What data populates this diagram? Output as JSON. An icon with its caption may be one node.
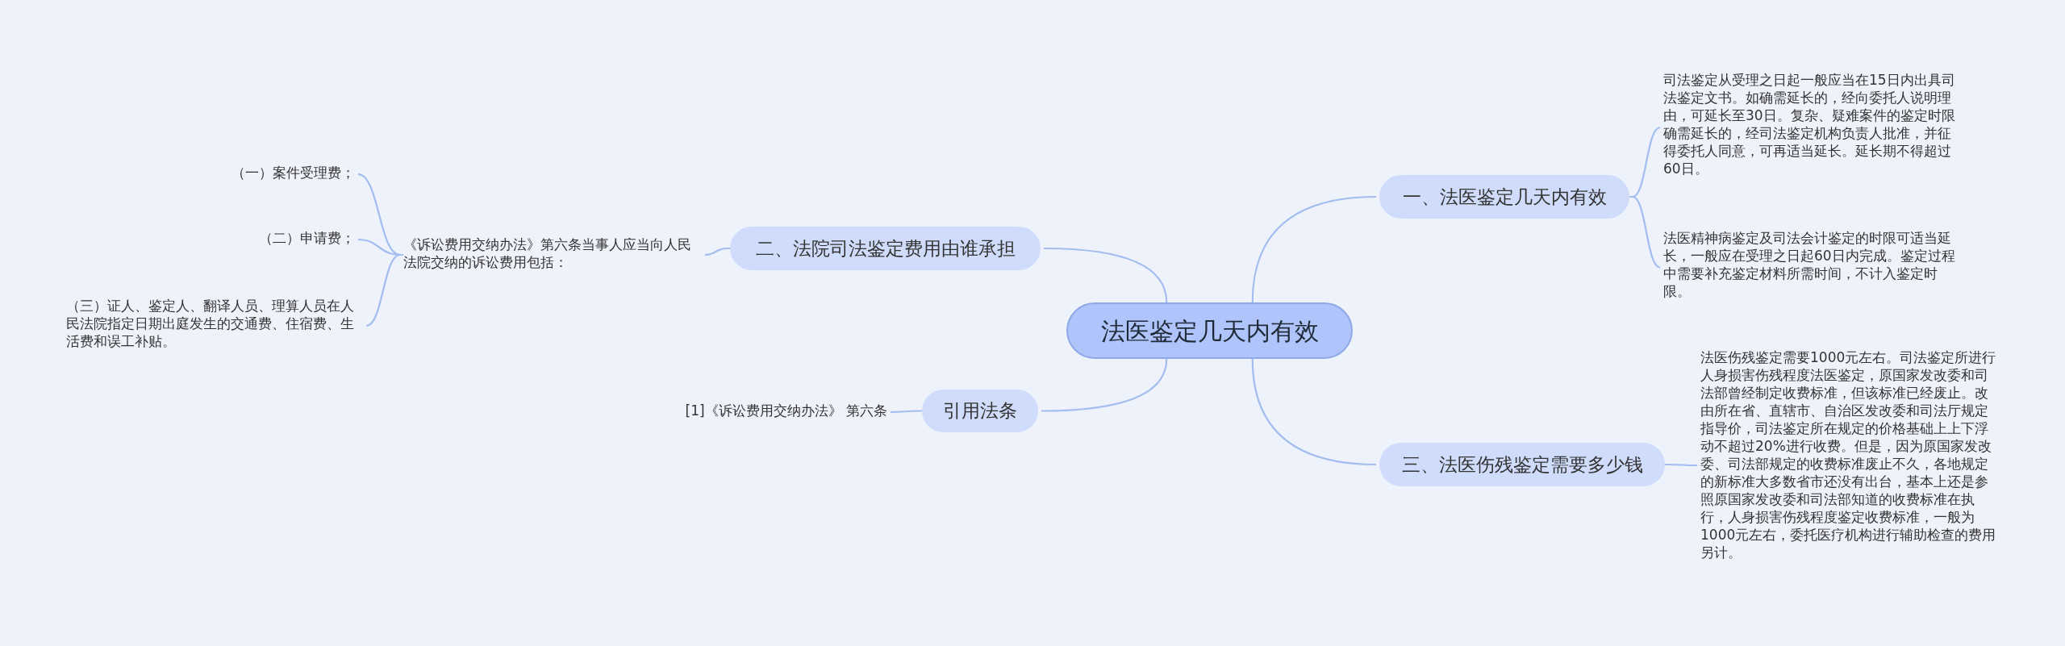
{
  "diagram": {
    "nodes": [
      {
        "text": [
          "法医鉴定几天内有效"
        ]
      },
      {
        "text": [
          "一、法医鉴定几天内有效"
        ]
      },
      {
        "text": [
          "司法鉴定从受理之日起一般应当在15日内出具司法鉴定文书。如确需延长的，经向委托人说明理由，可延长至30日。复杂、疑难案件的鉴定时限确需延长的，经司法鉴定机构负责人批准，并征得委托人同意，可再适当延长。延长期不得超过60日。"
        ]
      },
      {
        "text": [
          "法医精神病鉴定及司法会计鉴定的时限可适当延长，一般应在受理之日起60日内完成。鉴定过程中需要补充鉴定材料所需时间，不计入鉴定时限。"
        ]
      },
      {
        "text": [
          "二、法院司法鉴定费用由谁承担"
        ]
      },
      {
        "text": [
          "《诉讼费用交纳办法》第六条当事人应当向人民法院交纳的诉讼费用包括："
        ]
      },
      {
        "text": [
          "（一）案件受理费；"
        ]
      },
      {
        "text": [
          "（二）申请费；"
        ]
      },
      {
        "text": [
          "（三）证人、鉴定人、翻译人员、理算人员在人民法院指定日期出庭发生的交通费、住宿费、生活费和误工补贴。"
        ]
      },
      {
        "text": [
          "引用法条"
        ]
      },
      {
        "text": [
          "[1]《诉讼费用交纳办法》 第六条"
        ]
      },
      {
        "text": [
          "三、法医伤残鉴定需要多少钱"
        ]
      },
      {
        "text": [
          "法医伤残鉴定需要1000元左右。司法鉴定所进行人身损害伤残程度法医鉴定，原国家发改委和司法部曾经制定收费标准，但该标准已经废止。改由所在省、直辖市、自治区发改委和司法厅规定指导价，司法鉴定所在规定的价格基础上上下浮动不超过20%进行收费。但是，因为原国家发改委、司法部规定的收费标准废止不久，各地规定的新标准大多数省市还没有出台，基本上还是参照原国家发改委和司法部知道的收费标准在执行，人身损害伤残程度鉴定收费标准，一般为1000元左右，委托医疗机构进行辅助检查的费用另计。"
        ]
      }
    ],
    "edges": [
      {
        "from": 0,
        "to": 1,
        "arrow": "none"
      },
      {
        "from": 1,
        "to": 2,
        "arrow": "none"
      },
      {
        "from": 1,
        "to": 3,
        "arrow": "none"
      },
      {
        "from": 0,
        "to": 4,
        "arrow": "none"
      },
      {
        "from": 4,
        "to": 5,
        "arrow": "none"
      },
      {
        "from": 5,
        "to": 6,
        "arrow": "none"
      },
      {
        "from": 5,
        "to": 7,
        "arrow": "none"
      },
      {
        "from": 5,
        "to": 8,
        "arrow": "none"
      },
      {
        "from": 0,
        "to": 9,
        "arrow": "none"
      },
      {
        "from": 9,
        "to": 10,
        "arrow": "none"
      },
      {
        "from": 0,
        "to": 11,
        "arrow": "none"
      },
      {
        "from": 11,
        "to": 12,
        "arrow": "none"
      }
    ]
  }
}
